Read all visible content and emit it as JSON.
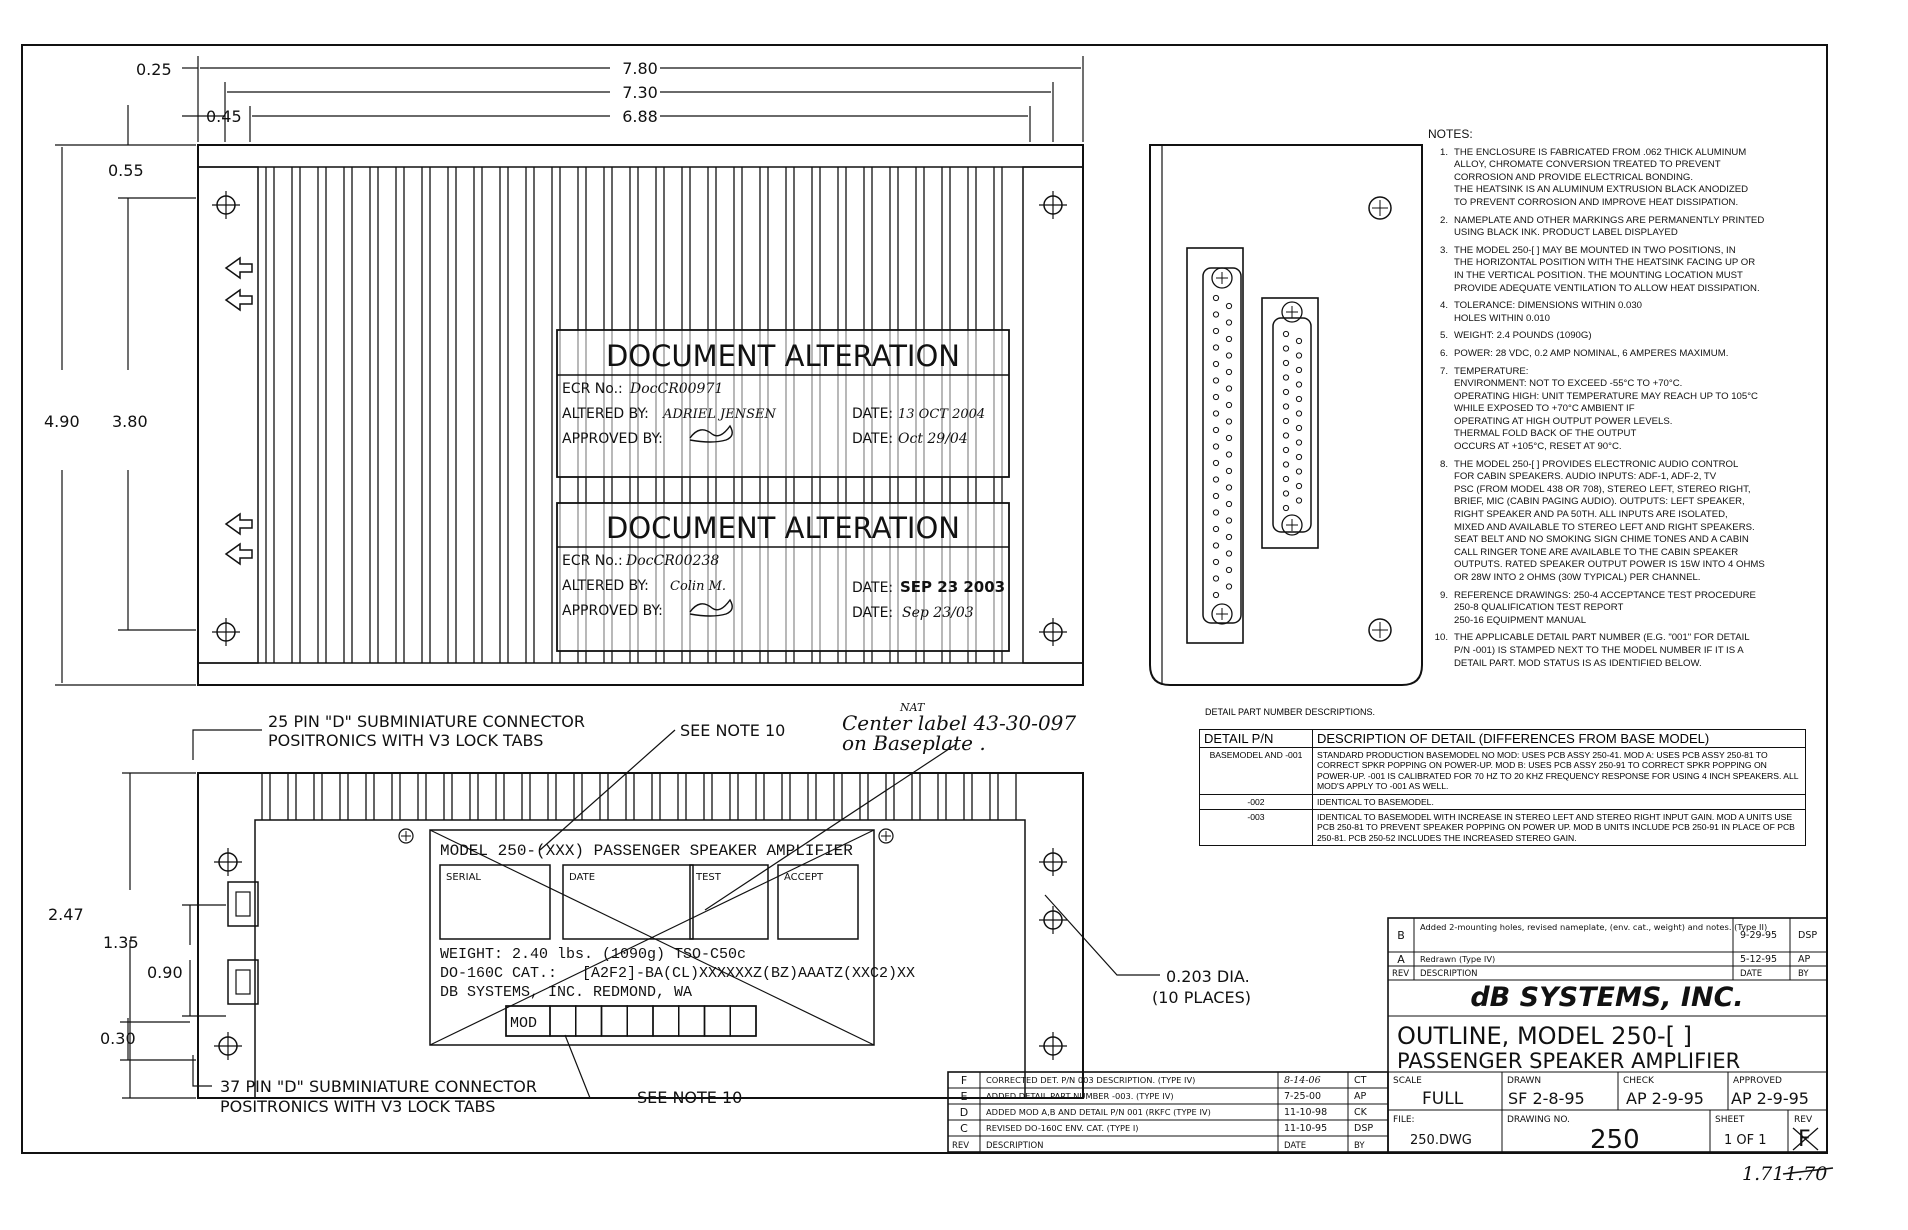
{
  "dimensions": {
    "top": [
      "7.80",
      "7.30",
      "6.88",
      "0.25",
      "0.45"
    ],
    "left": [
      "0.55",
      "4.90",
      "3.80"
    ],
    "side": [
      "2.47",
      "1.35",
      "0.90",
      "0.30"
    ]
  },
  "stamps": [
    {
      "title": "DOCUMENT ALTERATION",
      "ecr_label": "ECR No.:",
      "ecr_value": "DocCR00971",
      "altered_label": "ALTERED BY:",
      "altered_value": "ADRIEL JENSEN",
      "approved_label": "APPROVED BY:",
      "date1_label": "DATE:",
      "date1_value": "13 OCT 2004",
      "date2_label": "DATE:",
      "date2_value": "Oct 29/04"
    },
    {
      "title": "DOCUMENT ALTERATION",
      "ecr_label": "ECR No.:",
      "ecr_value": "DocCR00238",
      "altered_label": "ALTERED BY:",
      "altered_value": "Colin M.",
      "approved_label": "APPROVED BY:",
      "date1_label": "DATE:",
      "date1_value": "SEP 23 2003",
      "date2_label": "DATE:",
      "date2_value": "Sep 23/03"
    }
  ],
  "callouts": {
    "connector_25_line1": "25 PIN \"D\" SUBMINIATURE CONNECTOR",
    "connector_25_line2": "POSITRONICS WITH V3 LOCK TABS",
    "see_note_top": "SEE NOTE 10",
    "handwritten_nat": "NAT",
    "handwritten_line1": "Center label 43-30-097",
    "handwritten_line2": "on Baseplate .",
    "dia_line1": "0.203 DIA.",
    "dia_line2": "(10 PLACES)",
    "connector_37_line1": "37 PIN \"D\" SUBMINIATURE CONNECTOR",
    "connector_37_line2": "POSITRONICS WITH V3 LOCK TABS",
    "see_note_bottom": "SEE NOTE 10"
  },
  "nameplate": {
    "title": "MODEL 250-(XXX)   PASSENGER SPEAKER AMPLIFIER",
    "boxes": [
      "SERIAL",
      "DATE",
      "TEST",
      "ACCEPT"
    ],
    "weight": "WEIGHT: 2.40 lbs. (1090g) TSO-C50c",
    "do160": "DO-160C CAT.:",
    "do160_code": "[A2F2]-BA(CL)XXXXXXZ(BZ)AAATZ(XXC2)XX",
    "company": "DB SYSTEMS, INC.   REDMOND, WA",
    "mod": "MOD"
  },
  "notes": {
    "header": "NOTES:",
    "items": [
      {
        "num": "1.",
        "lines": [
          "The enclosure is fabricated from .062 thick aluminum",
          "alloy, chromate conversion treated to prevent",
          "corrosion and provide electrical bonding.",
          "The heatsink is an aluminum extrusion black anodized",
          "to prevent corrosion and improve heat dissipation."
        ]
      },
      {
        "num": "2.",
        "lines": [
          "Nameplate and other markings are permanently printed",
          "using black ink. Product label displayed"
        ]
      },
      {
        "num": "3.",
        "lines": [
          "The model 250-[   ] may be mounted in two positions, in",
          "the horizontal position with the heatsink facing up or",
          "in the vertical position. The mounting location must",
          "provide adequate ventilation to allow heat dissipation."
        ]
      },
      {
        "num": "4.",
        "lines": [
          "Tolerance:  Dimensions within 0.030",
          "Holes within 0.010"
        ]
      },
      {
        "num": "5.",
        "lines": [
          "Weight: 2.4 pounds (1090g)"
        ]
      },
      {
        "num": "6.",
        "lines": [
          "Power: 28 VDC, 0.2 amp nominal, 6 amperes maximum."
        ]
      },
      {
        "num": "7.",
        "lines": [
          "Temperature:",
          "Environment:  Not to exceed -55°C to +70°C.",
          "Operating high:  Unit temperature may reach up to 105°C",
          "while exposed to +70°C ambient if",
          "operating at high output power levels.",
          "Thermal fold back of the output",
          "occurs at +105°C, reset at 90°C."
        ]
      },
      {
        "num": "8.",
        "lines": [
          "The model 250-[   ] provides electronic audio control",
          "for cabin speakers. Audio inputs: ADF-1, ADF-2, TV",
          "PSC (from model 438 or 708), stereo left, stereo right,",
          "brief, mic (cabin paging audio). Outputs: left speaker,",
          "right speaker and PA 50TH. All inputs are isolated,",
          "mixed and available to stereo left and right speakers.",
          "Seat belt and no smoking sign chime tones and a cabin",
          "call ringer tone are available to the cabin speaker",
          "outputs. Rated speaker output power is 15W into 4 ohms",
          "or 28W into 2 ohms (30W typical) per channel."
        ]
      },
      {
        "num": "9.",
        "lines": [
          "Reference drawings:  250-4  Acceptance test procedure",
          "250-8  Qualification test report",
          "250-16  Equipment manual"
        ]
      },
      {
        "num": "10.",
        "lines": [
          "The applicable detail part number (e.g. \"001\" for detail",
          "P/N -001) is stamped next to the model number if it is a",
          "detail part. Mod status is as identified below."
        ]
      }
    ]
  },
  "detail_table": {
    "caption": "DETAIL PART NUMBER DESCRIPTIONS.",
    "headers": [
      "DETAIL P/N",
      "DESCRIPTION OF DETAIL (DIFFERENCES FROM BASE MODEL)"
    ],
    "rows": [
      {
        "pn": "BASEMODEL AND -001",
        "desc": "Standard production basemodel no mod: uses PCB assy 250-41. Mod A: uses PCB assy 250-81 to correct spkr popping on power-up. Mod B: uses PCB assy 250-91 to correct spkr popping on power-up. -001 is calibrated for 70 Hz to 20 KHz frequency response for using 4 inch speakers. All mod's apply to -001 as well."
      },
      {
        "pn": "-002",
        "desc": "Identical to basemodel."
      },
      {
        "pn": "-003",
        "desc": "Identical to basemodel with increase in stereo left and stereo right input gain. Mod A units use PCB 250-81 to prevent speaker popping on power up. Mod B units include PCB 250-91 in place of PCB 250-81. PCB 250-52 includes the increased stereo gain."
      }
    ]
  },
  "revision_right": {
    "rows": [
      {
        "rev": "B",
        "desc": "Added 2-mounting holes, revised nameplate, (env. cat., weight) and notes.  (Type II)",
        "date": "9-29-95",
        "by": "DSP"
      },
      {
        "rev": "A",
        "desc": "Redrawn (Type IV)",
        "date": "5-12-95",
        "by": "AP"
      }
    ],
    "header": {
      "rev": "REV",
      "desc": "DESCRIPTION",
      "date": "DATE",
      "by": "BY"
    }
  },
  "revision_left": {
    "rows": [
      {
        "rev": "F",
        "desc": "CORRECTED DET. P/N 003 DESCRIPTION. (TYPE IV)",
        "date": "8-14-06",
        "by": "CT"
      },
      {
        "rev": "E",
        "desc": "ADDED DETAIL PART NUMBER -003. (TYPE IV)",
        "date": "7-25-00",
        "by": "AP"
      },
      {
        "rev": "D",
        "desc": "ADDED MOD A,B AND DETAIL P/N 001 (RKFC (TYPE IV)",
        "date": "11-10-98",
        "by": "CK"
      },
      {
        "rev": "C",
        "desc": "REVISED DO-160C ENV. CAT. (TYPE I)",
        "date": "11-10-95",
        "by": "DSP"
      }
    ],
    "header": {
      "rev": "REV",
      "desc": "DESCRIPTION",
      "date": "DATE",
      "by": "BY"
    }
  },
  "title_block": {
    "company": "dB SYSTEMS, INC.",
    "title_line1": "OUTLINE, MODEL 250-[      ]",
    "title_line2": "PASSENGER SPEAKER AMPLIFIER",
    "scale_label": "SCALE",
    "scale_value": "FULL",
    "drawn_label": "DRAWN",
    "drawn_value": "SF 2-8-95",
    "check_label": "CHECK",
    "check_value": "AP 2-9-95",
    "approved_label": "APPROVED",
    "approved_value": "AP 2-9-95",
    "file_label": "FILE:",
    "file_value": "250.DWG",
    "drawing_no_label": "DRAWING NO.",
    "drawing_no_value": "250",
    "sheet_label": "SHEET",
    "sheet_value": "1 OF 1",
    "rev_label": "REV",
    "rev_value": "F"
  },
  "handwritten_page": {
    "new": "1.71",
    "old": "1.70"
  }
}
